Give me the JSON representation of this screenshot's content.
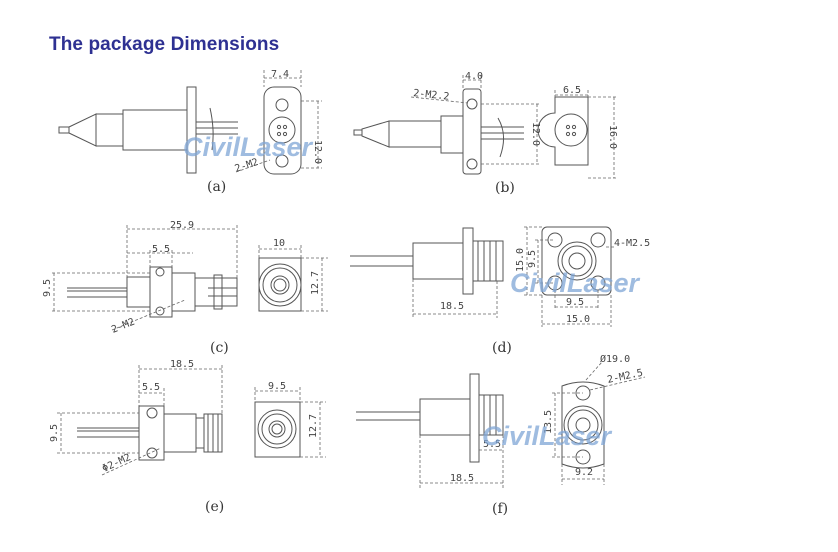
{
  "title": "The package Dimensions",
  "watermark": "CivilLaser",
  "colors": {
    "title": "#2e3192",
    "watermark": "#7fa6d6",
    "line": "#555555"
  },
  "drawings": {
    "a": {
      "caption": "(a)",
      "dims": {
        "width": "7.4",
        "height": "12.0",
        "holes": "2-M2"
      }
    },
    "b": {
      "caption": "(b)",
      "dims": {
        "flange": "4.0",
        "holes": "2-M2.2",
        "height": "12.0",
        "side": "6.5",
        "side_height": "16.0"
      }
    },
    "c": {
      "caption": "(c)",
      "dims": {
        "length": "25.9",
        "flange": "5.5",
        "height": "9.5",
        "holes": "2-M2",
        "face_width": "10",
        "face_height": "12.7"
      }
    },
    "d": {
      "caption": "(d)",
      "dims": {
        "length": "18.5",
        "outer_v": "15.0",
        "inner_v": "9.5",
        "holes": "4-M2.5",
        "inner_h": "9.5",
        "outer_h": "15.0"
      }
    },
    "e": {
      "caption": "(e)",
      "dims": {
        "length": "18.5",
        "flange": "5.5",
        "height": "9.5",
        "holes": "Φ2-M2",
        "face_width": "9.5",
        "face_height": "12.7"
      }
    },
    "f": {
      "caption": "(f)",
      "dims": {
        "diameter": "Ø19.0",
        "holes": "2-M2.5",
        "pitch": "13.5",
        "flange": "5.5",
        "length": "18.5",
        "width": "9.2"
      }
    }
  }
}
